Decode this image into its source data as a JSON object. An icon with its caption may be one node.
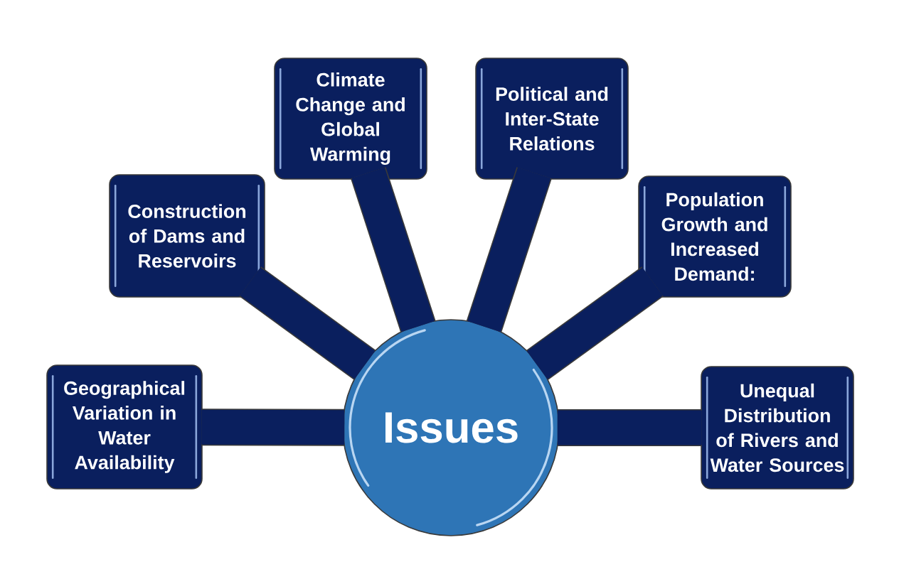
{
  "diagram": {
    "nodes": [
      {
        "text": [
          "Issues"
        ]
      },
      {
        "text": [
          "Geographical Variation in Water Availability"
        ]
      },
      {
        "text": [
          "Construction of Dams and Reservoirs"
        ]
      },
      {
        "text": [
          "Climate Change and Global Warming"
        ]
      },
      {
        "text": [
          "Political and Inter-State Relations"
        ]
      },
      {
        "text": [
          "Population Growth and Increased Demand:"
        ]
      },
      {
        "text": [
          "Unequal Distribution of Rivers and Water Sources"
        ]
      }
    ],
    "edges": [
      {
        "from": 0,
        "to": 1,
        "arrow": "none"
      },
      {
        "from": 0,
        "to": 3,
        "arrow": "none"
      },
      {
        "from": 0,
        "to": 5,
        "arrow": "none"
      },
      {
        "from": 0,
        "to": 6,
        "arrow": "none"
      },
      {
        "from": 0,
        "to": 2,
        "arrow": "none"
      },
      {
        "from": 0,
        "to": 4,
        "arrow": "none"
      }
    ]
  }
}
